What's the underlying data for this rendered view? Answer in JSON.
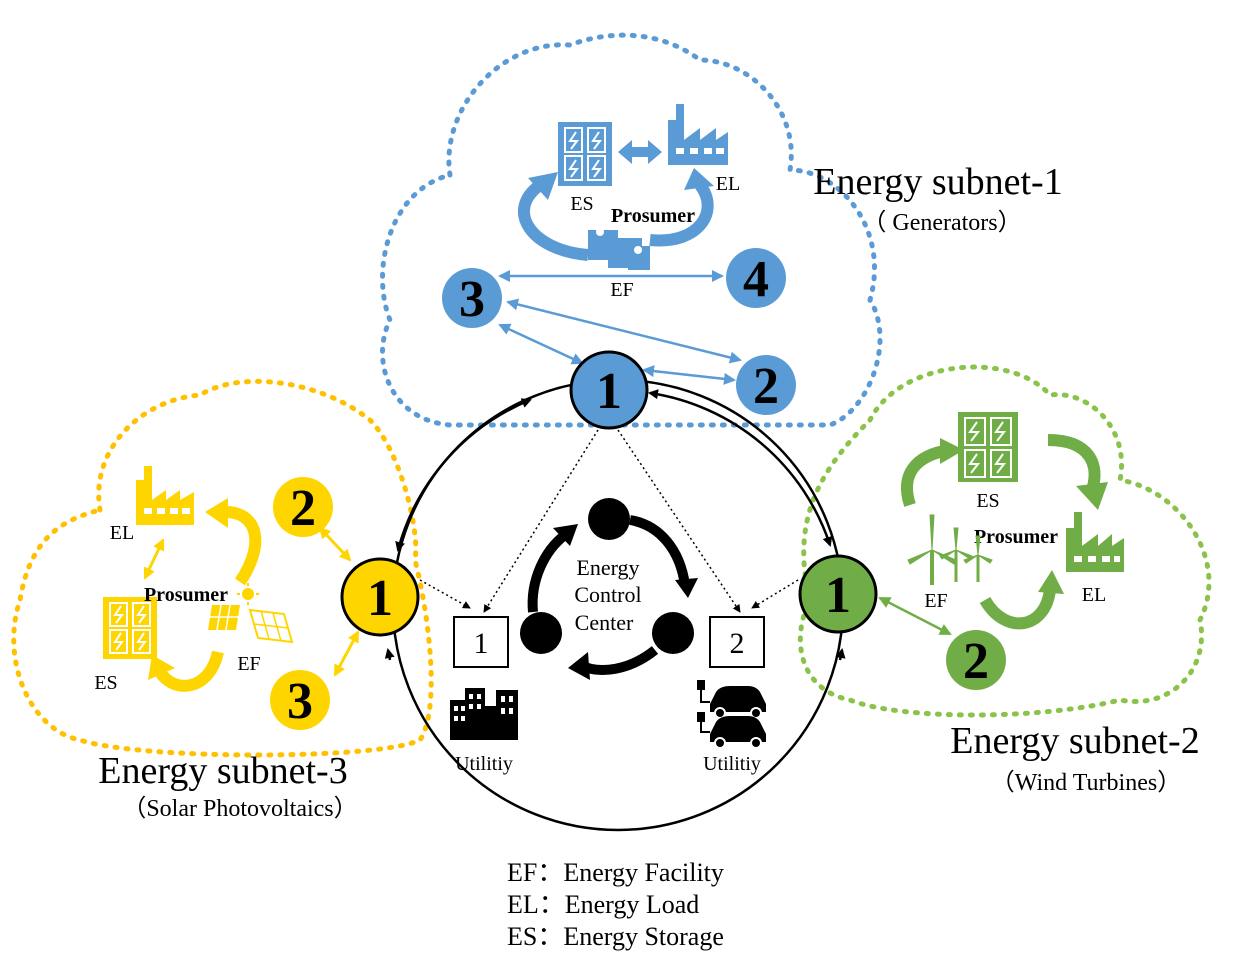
{
  "subnet1": {
    "title": "Energy subnet-1",
    "subtitle": "（ Generators）",
    "color": "#5B9BD5",
    "prosumer": "Prosumer",
    "es": "ES",
    "el": "EL",
    "ef": "EF",
    "nodes": [
      "1",
      "2",
      "3",
      "4"
    ]
  },
  "subnet2": {
    "title": "Energy subnet-2",
    "subtitle": "（Wind Turbines）",
    "color": "#70AD47",
    "prosumer": "Prosumer",
    "es": "ES",
    "el": "EL",
    "ef": "EF",
    "nodes": [
      "1",
      "2"
    ]
  },
  "subnet3": {
    "title": "Energy subnet-3",
    "subtitle": "（Solar Photovoltaics）",
    "color": "#FFD500",
    "prosumer": "Prosumer",
    "es": "ES",
    "el": "EL",
    "ef": "EF",
    "nodes": [
      "1",
      "2",
      "3"
    ]
  },
  "center": {
    "line1": "Energy",
    "line2": "Control",
    "line3": "Center"
  },
  "utilities": [
    {
      "num": "1",
      "label": "Utilitiy",
      "icon": "buildings-icon"
    },
    {
      "num": "2",
      "label": "Utilitiy",
      "icon": "electric-car-icon"
    }
  ],
  "legend": [
    "EF：Energy Facility",
    "EL：Energy Load",
    "ES：Energy Storage"
  ]
}
